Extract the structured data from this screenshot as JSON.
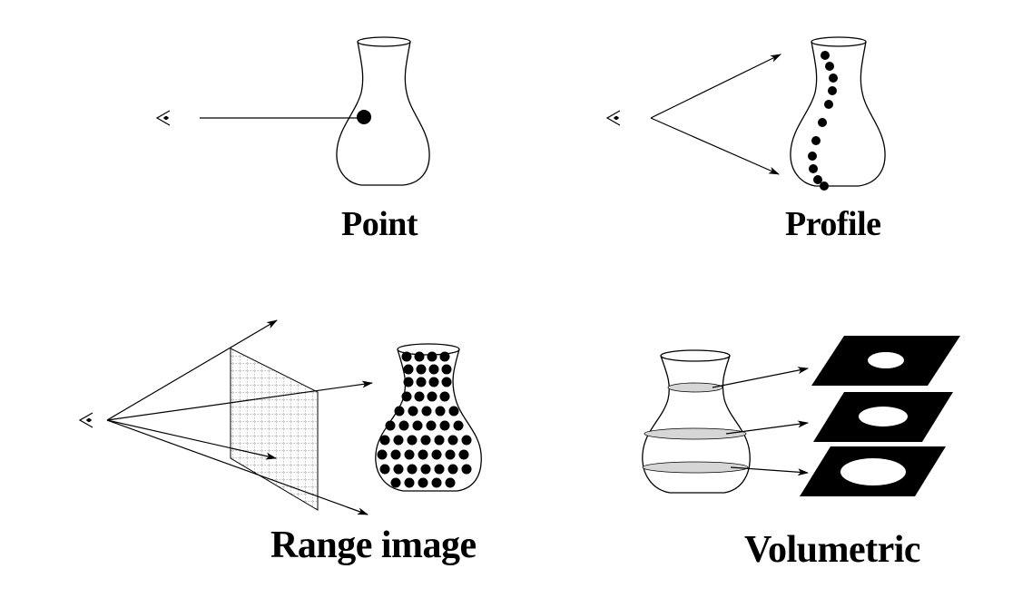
{
  "panels": [
    {
      "id": "point",
      "caption": "Point"
    },
    {
      "id": "profile",
      "caption": "Profile"
    },
    {
      "id": "range",
      "caption": "Range image"
    },
    {
      "id": "volumetric",
      "caption": "Volumetric"
    }
  ],
  "colors": {
    "stroke": "#000000",
    "fill": "#000000",
    "slice": "#d6d6d6",
    "background": "#ffffff"
  },
  "icons": [
    "eye-icon",
    "flask-icon",
    "arrow-icon",
    "grid-icon",
    "slice-icon"
  ]
}
